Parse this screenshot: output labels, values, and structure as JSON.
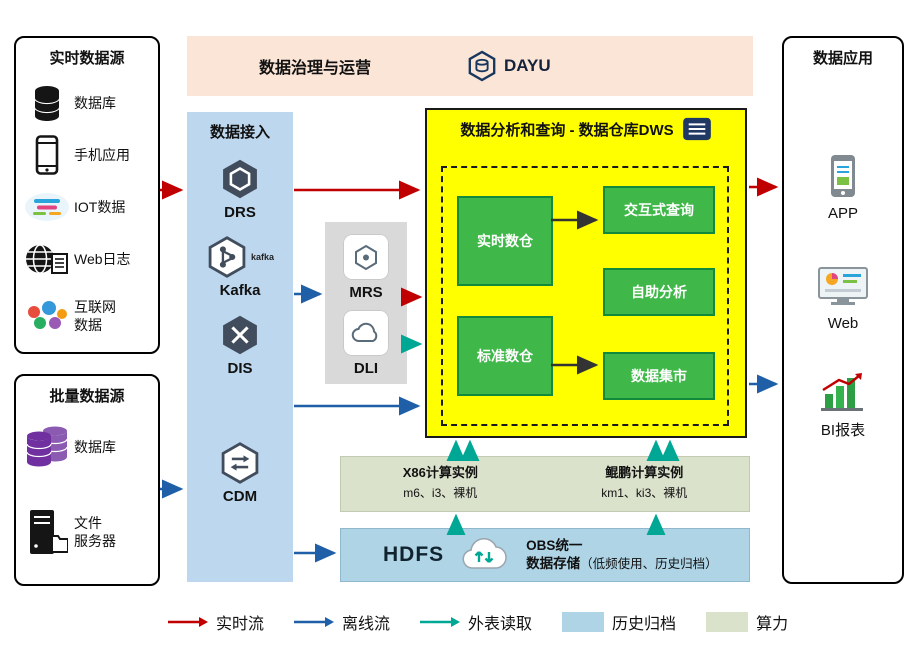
{
  "realtime_sources": {
    "title": "实时数据源",
    "items": [
      {
        "label": "数据库"
      },
      {
        "label": "手机应用"
      },
      {
        "label": "IOT数据"
      },
      {
        "label": "Web日志"
      },
      {
        "label": "互联网\n数据"
      }
    ]
  },
  "batch_sources": {
    "title": "批量数据源",
    "items": [
      {
        "label": "数据库"
      },
      {
        "label": "文件\n服务器"
      }
    ]
  },
  "governance": {
    "title": "数据治理与运营",
    "product": "DAYU"
  },
  "ingestion": {
    "title": "数据接入",
    "services": [
      {
        "label": "DRS"
      },
      {
        "label": "Kafka",
        "badge": "kafka"
      },
      {
        "label": "DIS"
      },
      {
        "label": "CDM"
      }
    ]
  },
  "processing": {
    "services": [
      {
        "label": "MRS"
      },
      {
        "label": "DLI"
      }
    ]
  },
  "warehouse": {
    "title": "数据分析和查询 - 数据仓库DWS",
    "modules": {
      "left": [
        {
          "label": "实时数仓"
        },
        {
          "label": "标准数仓"
        }
      ],
      "right": [
        {
          "label": "交互式查询"
        },
        {
          "label": "自助分析"
        },
        {
          "label": "数据集市"
        }
      ]
    }
  },
  "compute": {
    "x86": {
      "title": "X86计算实例",
      "detail": "m6、i3、裸机"
    },
    "kunpeng": {
      "title": "鲲鹏计算实例",
      "detail": "km1、ki3、裸机"
    }
  },
  "storage": {
    "hdfs": "HDFS",
    "obs_line1": "OBS统一",
    "obs_line2": "数据存储",
    "obs_note": "（低频使用、历史归档）"
  },
  "applications": {
    "title": "数据应用",
    "items": [
      {
        "label": "APP"
      },
      {
        "label": "Web"
      },
      {
        "label": "BI报表"
      }
    ]
  },
  "legend": {
    "items": [
      {
        "label": "实时流",
        "type": "arrow",
        "color": "#c00000"
      },
      {
        "label": "离线流",
        "type": "arrow",
        "color": "#1e5fa8"
      },
      {
        "label": "外表读取",
        "type": "arrow",
        "color": "#00a795"
      },
      {
        "label": "历史归档",
        "type": "swatch",
        "color": "#aed4e6"
      },
      {
        "label": "算力",
        "type": "swatch",
        "color": "#dbe2cc"
      }
    ]
  },
  "colors": {
    "realtime_flow": "#c00000",
    "offline_flow": "#1e5fa8",
    "external_table_read": "#00a795",
    "history_archive_bg": "#aed4e6",
    "compute_bg": "#dbe2cc",
    "warehouse_bg": "#ffff00",
    "ingestion_bg": "#bdd7ee",
    "governance_bg": "#fbe5d6",
    "module_green": "#3fb849"
  }
}
